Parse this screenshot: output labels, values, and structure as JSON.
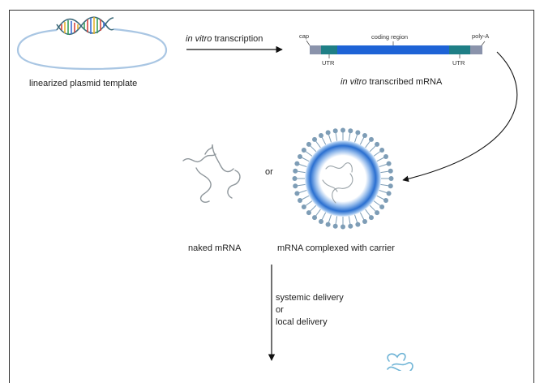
{
  "labels": {
    "plasmid": "linearized plasmid template",
    "transcription_italic": "in vitro",
    "transcription_rest": " transcription",
    "mrna_italic": "in vitro",
    "mrna_rest": " transcribed mRNA",
    "cap": "cap",
    "coding_region": "coding region",
    "poly_a": "poly-A",
    "utr_left": "UTR",
    "utr_right": "UTR",
    "or": "or",
    "naked": "naked mRNA",
    "complexed": "mRNA complexed with carrier",
    "delivery_1": "systemic delivery",
    "delivery_2": "or",
    "delivery_3": "local delivery"
  },
  "colors": {
    "plasmid": "#a9c6e3",
    "cap_polya": "#8a93ab",
    "utr": "#1f7f86",
    "coding": "#1e63d6",
    "carrier_core": "#2a6fd0",
    "lipid": "#7e9db6",
    "arrow": "#111111"
  }
}
